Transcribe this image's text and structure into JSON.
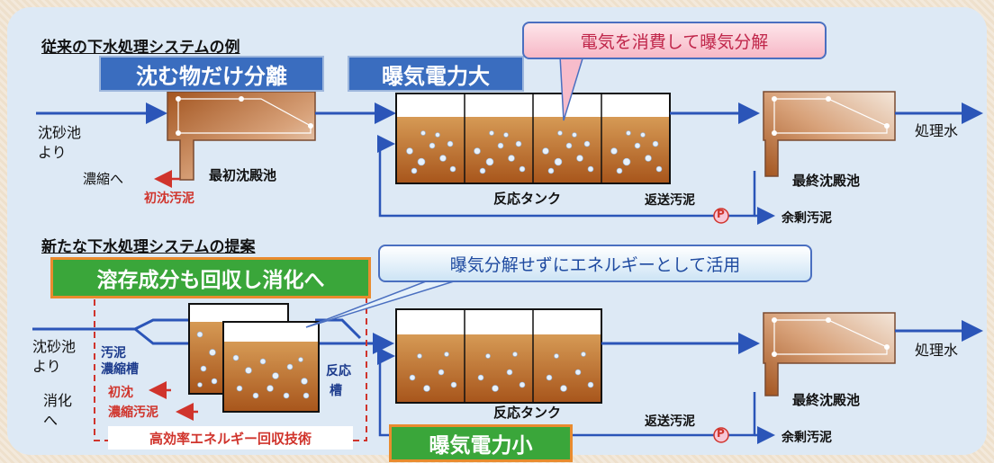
{
  "conventional": {
    "heading": "従来の下水処理システムの例",
    "badge_settle": "沈む物だけ分離",
    "badge_power": "曝気電力大",
    "callout": "電気を消費して曝気分解",
    "inlet_line1": "沈砂池",
    "inlet_line2": "より",
    "to_thickening": "濃縮へ",
    "primary_sludge": "初沈汚泥",
    "primary_clarifier": "最初沈殿池",
    "reaction_tank": "反応タンク",
    "return_sludge": "返送汚泥",
    "pump": "P",
    "excess_sludge": "余剰汚泥",
    "final_clarifier": "最終沈殿池",
    "treated_water": "処理水"
  },
  "proposed": {
    "heading": "新たな下水処理システムの提案",
    "badge_recover": "溶存成分も回収し消化へ",
    "callout": "曝気分解せずにエネルギーとして活用",
    "inlet_line1": "沈砂池",
    "inlet_line2": "より",
    "digest_line1": "消化",
    "digest_line2": "へ",
    "thick_line1": "汚泥",
    "thick_line2": "濃縮槽",
    "prim_line1": "初沈",
    "prim_line2": "濃縮汚泥",
    "react_line1": "反応",
    "react_line2": "槽",
    "tech_label": "高効率エネルギー回収技術",
    "badge_power": "曝気電力小",
    "reaction_tank": "反応タンク",
    "return_sludge": "返送汚泥",
    "pump": "P",
    "excess_sludge": "余剰汚泥",
    "final_clarifier": "最終沈殿池",
    "treated_water": "処理水"
  },
  "colors": {
    "flow": "#2b55b8",
    "sludge_top": "#d69a55",
    "sludge_bottom": "#a8561c",
    "accent_red": "#d0342c",
    "green": "#3aa63a",
    "orange": "#e98b2e"
  }
}
